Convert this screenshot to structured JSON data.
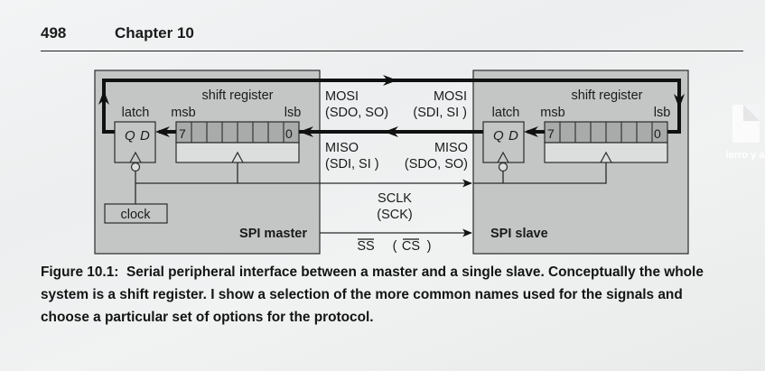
{
  "header": {
    "page_number": "498",
    "chapter": "Chapter 10"
  },
  "figure": {
    "master": {
      "title": "SPI master",
      "shift_register_label": "shift register",
      "latch_label": "latch",
      "msb_label": "msb",
      "lsb_label": "lsb",
      "latch_q": "Q",
      "latch_d": "D",
      "msb_bit": "7",
      "lsb_bit": "0",
      "clock_label": "clock"
    },
    "slave": {
      "title": "SPI slave",
      "shift_register_label": "shift register",
      "latch_label": "latch",
      "msb_label": "msb",
      "lsb_label": "lsb",
      "latch_q": "Q",
      "latch_d": "D",
      "msb_bit": "7",
      "lsb_bit": "0"
    },
    "signals": {
      "mosi_master_name": "MOSI",
      "mosi_master_alt": "(SDO, SO)",
      "mosi_slave_name": "MOSI",
      "mosi_slave_alt": "(SDI, SI )",
      "miso_master_name": "MISO",
      "miso_master_alt": "(SDI, SI )",
      "miso_slave_name": "MISO",
      "miso_slave_alt": "(SDO, SO)",
      "sclk_name": "SCLK",
      "sclk_alt": "(SCK)",
      "ss_name": "SS",
      "ss_open": "(",
      "cs_name": "CS",
      "ss_close": ")"
    },
    "register_bits": 8
  },
  "caption": {
    "label": "Figure 10.1:",
    "text": "Serial peripheral interface between a master and a single slave. Conceptually the whole system is a shift register. I show a selection of the more common names used for the signals and choose a particular set of options for the protocol."
  },
  "watermark": {
    "text": "hierro y acero"
  }
}
